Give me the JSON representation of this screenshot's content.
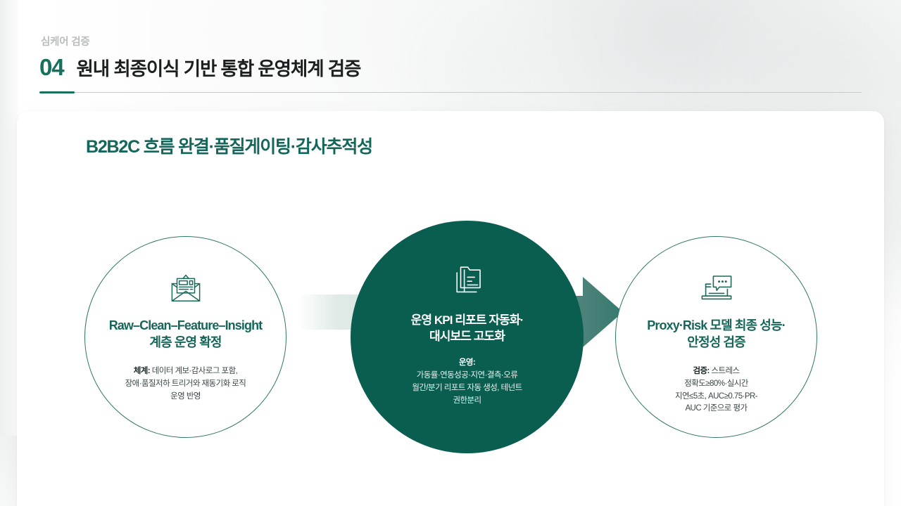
{
  "header": {
    "eyebrow": "심케어 검증",
    "number": "04",
    "title": "원내 최종이식 기반 통합 운영체계 검증"
  },
  "panel": {
    "title": "B2B2C 흐름 완결·품질게이팅·감사추적성"
  },
  "flow": {
    "nodes": [
      {
        "id": "node-raw-clean-feature-insight",
        "icon": "open-envelope-document-icon",
        "heading": "Raw–Clean–Feature–Insight\n계층 운영 확정",
        "sub_label": "체계:",
        "sub_text": " 데이터 계보·감사로그 포함,\n장애·품질저하 트리거와 재동기화 로직\n운영 반영",
        "style": "outline"
      },
      {
        "id": "node-kpi-report-automation",
        "icon": "folder-document-icon",
        "heading": "운영 KPI 리포트 자동화·\n대시보드 고도화",
        "sub_label": "운영:",
        "sub_text": "\n가동률·연동성공·지연·결측·오류\n월간/분기 리포트 자동 생성, 테넌트\n권한분리",
        "style": "filled"
      },
      {
        "id": "node-proxy-risk-validation",
        "icon": "laptop-chat-bubble-icon",
        "heading": "Proxy·Risk 모델 최종 성능·\n안정성 검증",
        "sub_label": "검증:",
        "sub_text": " 스트레스\n정확도≥80%·실시간\n지연≤5초, AUC≥0.75·PR-\nAUC 기준으로 평가",
        "style": "outline"
      }
    ],
    "connectors": [
      {
        "id": "connector-bar",
        "kind": "gradient-bar"
      },
      {
        "id": "connector-arrow",
        "kind": "right-arrow"
      }
    ]
  },
  "colors": {
    "brand_dark": "#0a5e50",
    "brand": "#17705c",
    "brand_title": "#14665a",
    "arrow": "#4b8279",
    "title_text": "#1c1f1f",
    "eyebrow": "#b9bdbd",
    "rule": "#c9cccc",
    "panel_bg": "#ffffff",
    "node_stroke": "#2f7566",
    "sub_text": "#3c4646"
  }
}
